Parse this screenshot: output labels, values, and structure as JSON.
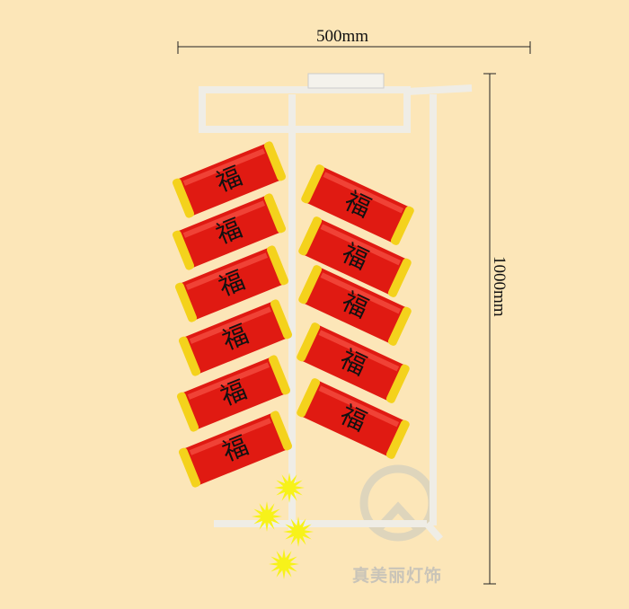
{
  "dimensions": {
    "width_label": "500mm",
    "height_label": "1000mm"
  },
  "watermark": {
    "text": "真美丽灯饰"
  },
  "lantern": {
    "character": "福",
    "body_color": "#e01a12",
    "cap_color": "#f4d21c"
  },
  "colors": {
    "background": "#fce6b8",
    "frame": "#f2f0ea",
    "star": "#f7f21a"
  }
}
